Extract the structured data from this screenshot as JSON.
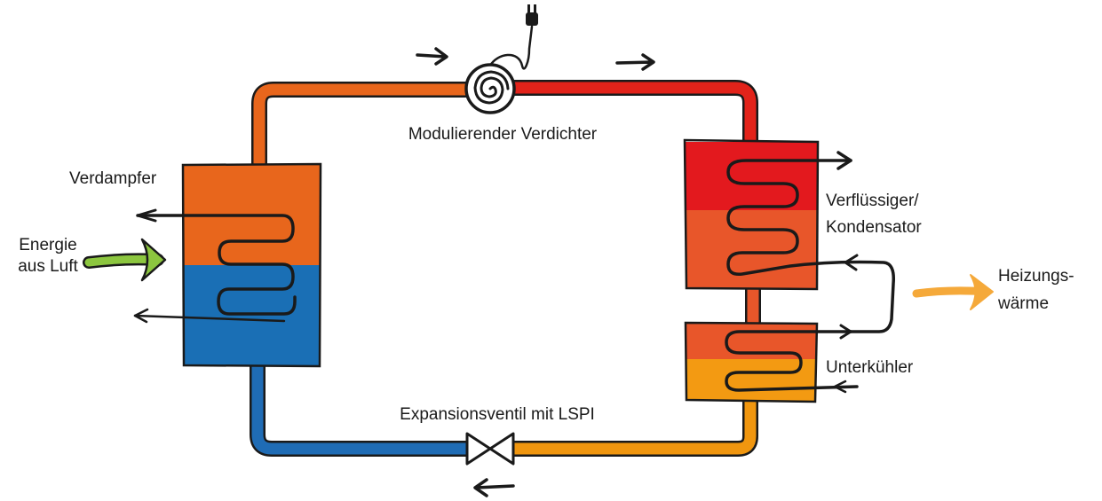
{
  "labels": {
    "compressor": "Modulierender Verdichter",
    "evaporator": "Verdampfer",
    "energy_line1": "Energie",
    "energy_line2": "aus Luft",
    "condenser_line1": "Verflüssiger/",
    "condenser_line2": "Kondensator",
    "heat_line1": "Heizungs-",
    "heat_line2": "wärme",
    "subcooler": "Unterkühler",
    "valve": "Expansionsventil mit LSPI"
  },
  "colors": {
    "pipe_orange": "#e8661c",
    "pipe_red": "#e2231a",
    "pipe_blue": "#1f6cb5",
    "pipe_amber": "#f0960f",
    "evaporator_top": "#e8661c",
    "evaporator_bottom": "#1a6fb5",
    "condenser_top": "#e3191e",
    "condenser_bottom": "#e8562a",
    "subcooler_top": "#e8562a",
    "subcooler_bottom": "#f39a12",
    "energy_arrow": "#8cc63f",
    "heat_arrow": "#f5a93a",
    "outline": "#1a1a1a"
  },
  "icons": [
    "plug-icon",
    "spiral-compressor-icon",
    "expansion-valve-icon",
    "flow-arrow-icon"
  ]
}
